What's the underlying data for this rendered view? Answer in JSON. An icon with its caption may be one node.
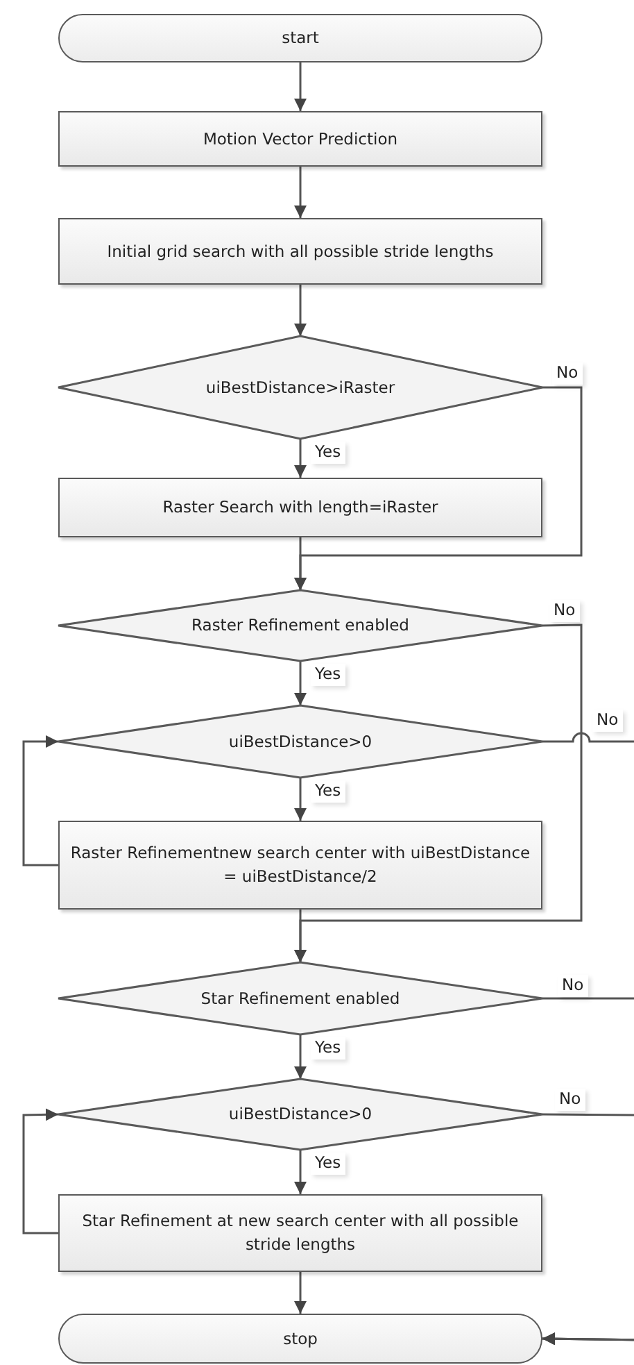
{
  "diagram": {
    "nodes": [
      {
        "text": [
          "start"
        ]
      },
      {
        "text": [
          "Motion Vector Prediction"
        ]
      },
      {
        "text": [
          "Initial grid search with all possible stride lengths"
        ]
      },
      {
        "text": [
          "uiBestDistance>iRaster"
        ]
      },
      {
        "text": [
          "Raster Search with length=iRaster"
        ]
      },
      {
        "text": [
          "Raster Refinement enabled"
        ]
      },
      {
        "text": [
          "uiBestDistance>0"
        ]
      },
      {
        "text": [
          "Raster Refinementnew search center with uiBestDistance = uiBestDistance/2"
        ]
      },
      {
        "text": [
          "Star Refinement enabled"
        ]
      },
      {
        "text": [
          "uiBestDistance>0"
        ]
      },
      {
        "text": [
          "Star Refinement at new search center with all possible stride lengths"
        ]
      },
      {
        "text": [
          "stop"
        ]
      }
    ],
    "edges": [
      {
        "from": 0,
        "to": 1,
        "arrow": "to"
      },
      {
        "from": 1,
        "to": 2,
        "arrow": "to"
      },
      {
        "from": 2,
        "to": 3,
        "arrow": "to"
      },
      {
        "from": 3,
        "to": 4,
        "arrow": "to",
        "label": "Yes"
      },
      {
        "from": 3,
        "to": 5,
        "arrow": "to",
        "label": "No"
      },
      {
        "from": 4,
        "to": 5,
        "arrow": "to"
      },
      {
        "from": 5,
        "to": 6,
        "arrow": "to",
        "label": "Yes"
      },
      {
        "from": 5,
        "to": 8,
        "arrow": "to",
        "label": "No"
      },
      {
        "from": 6,
        "to": 7,
        "arrow": "to",
        "label": "Yes"
      },
      {
        "from": 6,
        "to": 11,
        "arrow": "to",
        "label": "No"
      },
      {
        "from": 7,
        "to": 6,
        "arrow": "to"
      },
      {
        "from": 7,
        "to": 8,
        "arrow": "to"
      },
      {
        "from": 8,
        "to": 9,
        "arrow": "to",
        "label": "Yes"
      },
      {
        "from": 8,
        "to": 11,
        "arrow": "to",
        "label": "No"
      },
      {
        "from": 9,
        "to": 10,
        "arrow": "to",
        "label": "Yes"
      },
      {
        "from": 9,
        "to": 11,
        "arrow": "to",
        "label": "No"
      },
      {
        "from": 10,
        "to": 9,
        "arrow": "to"
      },
      {
        "from": 10,
        "to": 11,
        "arrow": "to"
      }
    ]
  }
}
